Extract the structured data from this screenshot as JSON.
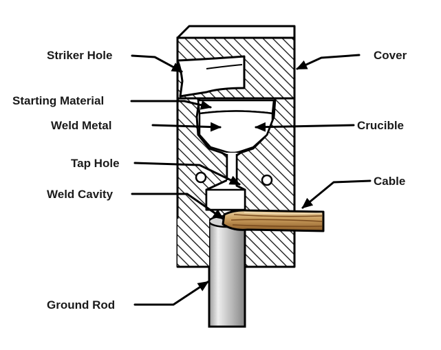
{
  "labels": {
    "striker_hole": "Striker Hole",
    "cover": "Cover",
    "starting_material": "Starting Material",
    "weld_metal": "Weld Metal",
    "crucible": "Crucible",
    "tap_hole": "Tap Hole",
    "cable": "Cable",
    "weld_cavity": "Weld Cavity",
    "ground_rod": "Ground Rod"
  },
  "colors": {
    "outline": "#000000",
    "hatch": "#2b2b2b",
    "mold_fill": "#ffffff",
    "rod_light": "#e9e9e9",
    "rod_mid": "#bdbdbd",
    "rod_dark": "#8a8a8a",
    "cable_light": "#e8cfa0",
    "cable_mid": "#c79a5a",
    "cable_dark": "#8a5a26"
  },
  "icons": {
    "leader_arrow": "arrowhead"
  }
}
